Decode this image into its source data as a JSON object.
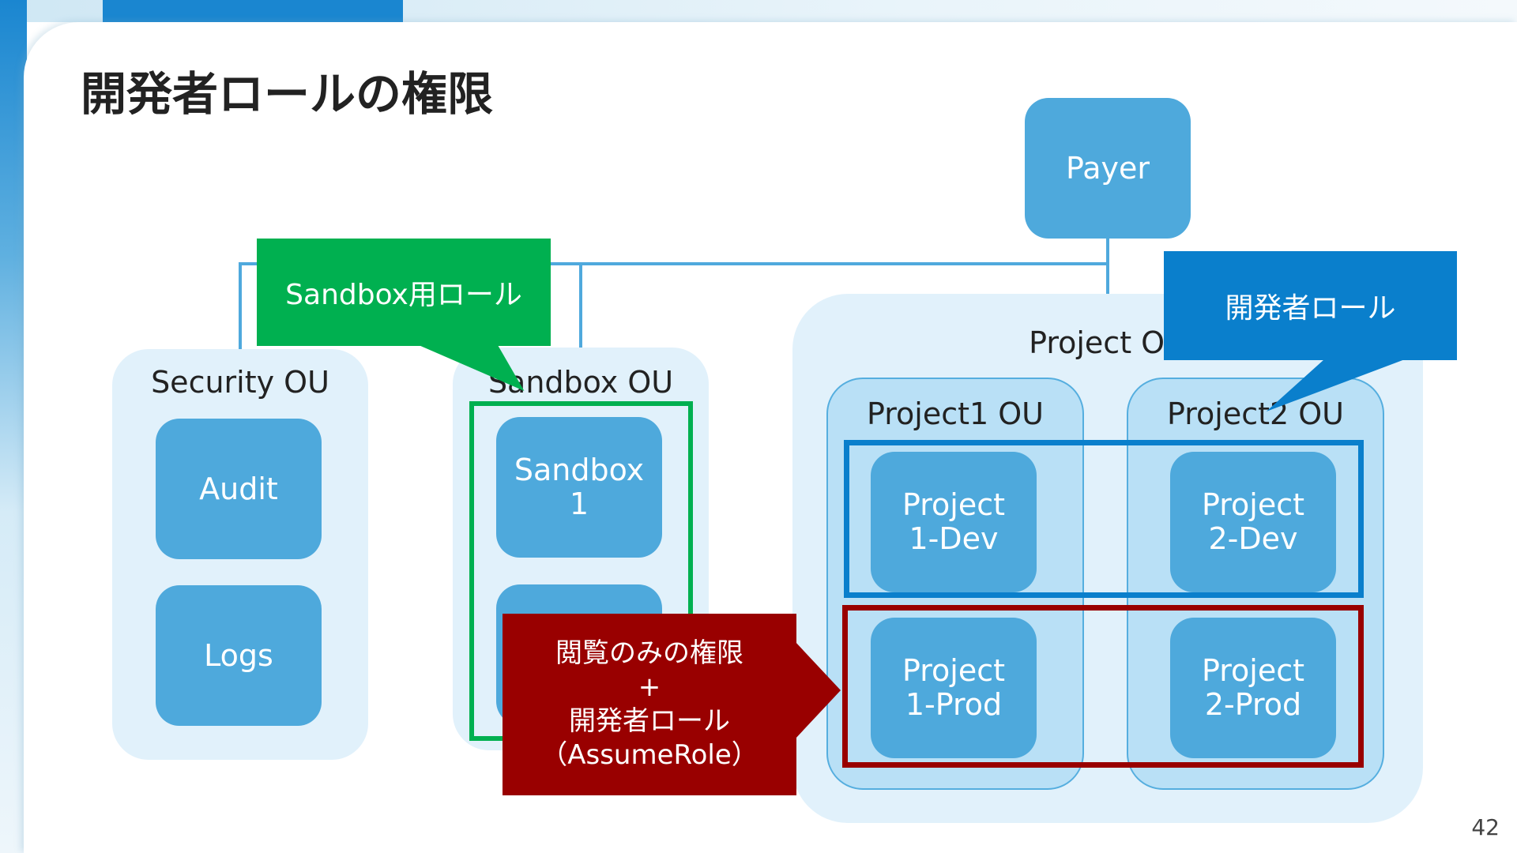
{
  "slide": {
    "title": "開発者ロールの権限",
    "page_number": "42"
  },
  "diagram": {
    "root": {
      "label": "Payer"
    },
    "ous": {
      "security": {
        "label": "Security OU",
        "accounts": [
          "Audit",
          "Logs"
        ]
      },
      "sandbox": {
        "label": "Sandbox OU",
        "accounts": [
          "Sandbox\n1",
          ""
        ]
      },
      "project": {
        "label": "Project OU"
      },
      "project1": {
        "label": "Project1 OU",
        "accounts": [
          "Project\n1-Dev",
          "Project\n1-Prod"
        ]
      },
      "project2": {
        "label": "Project2 OU",
        "accounts": [
          "Project\n2-Dev",
          "Project\n2-Prod"
        ]
      }
    },
    "callouts": {
      "sandbox_role": "Sandbox用ロール",
      "developer_role": "開発者ロール",
      "readonly": "閲覧のみの権限\n+\n開発者ロール\n（AssumeRole）"
    }
  },
  "colors": {
    "account_fill": "#4ea9dc",
    "ou_outer_fill": "#e1f1fb",
    "ou_inner_fill": "#b9e0f6",
    "connector": "#4fa9dd",
    "sandbox_role_green": "#00b050",
    "developer_role_blue": "#0a7fcc",
    "readonly_red": "#990000"
  }
}
